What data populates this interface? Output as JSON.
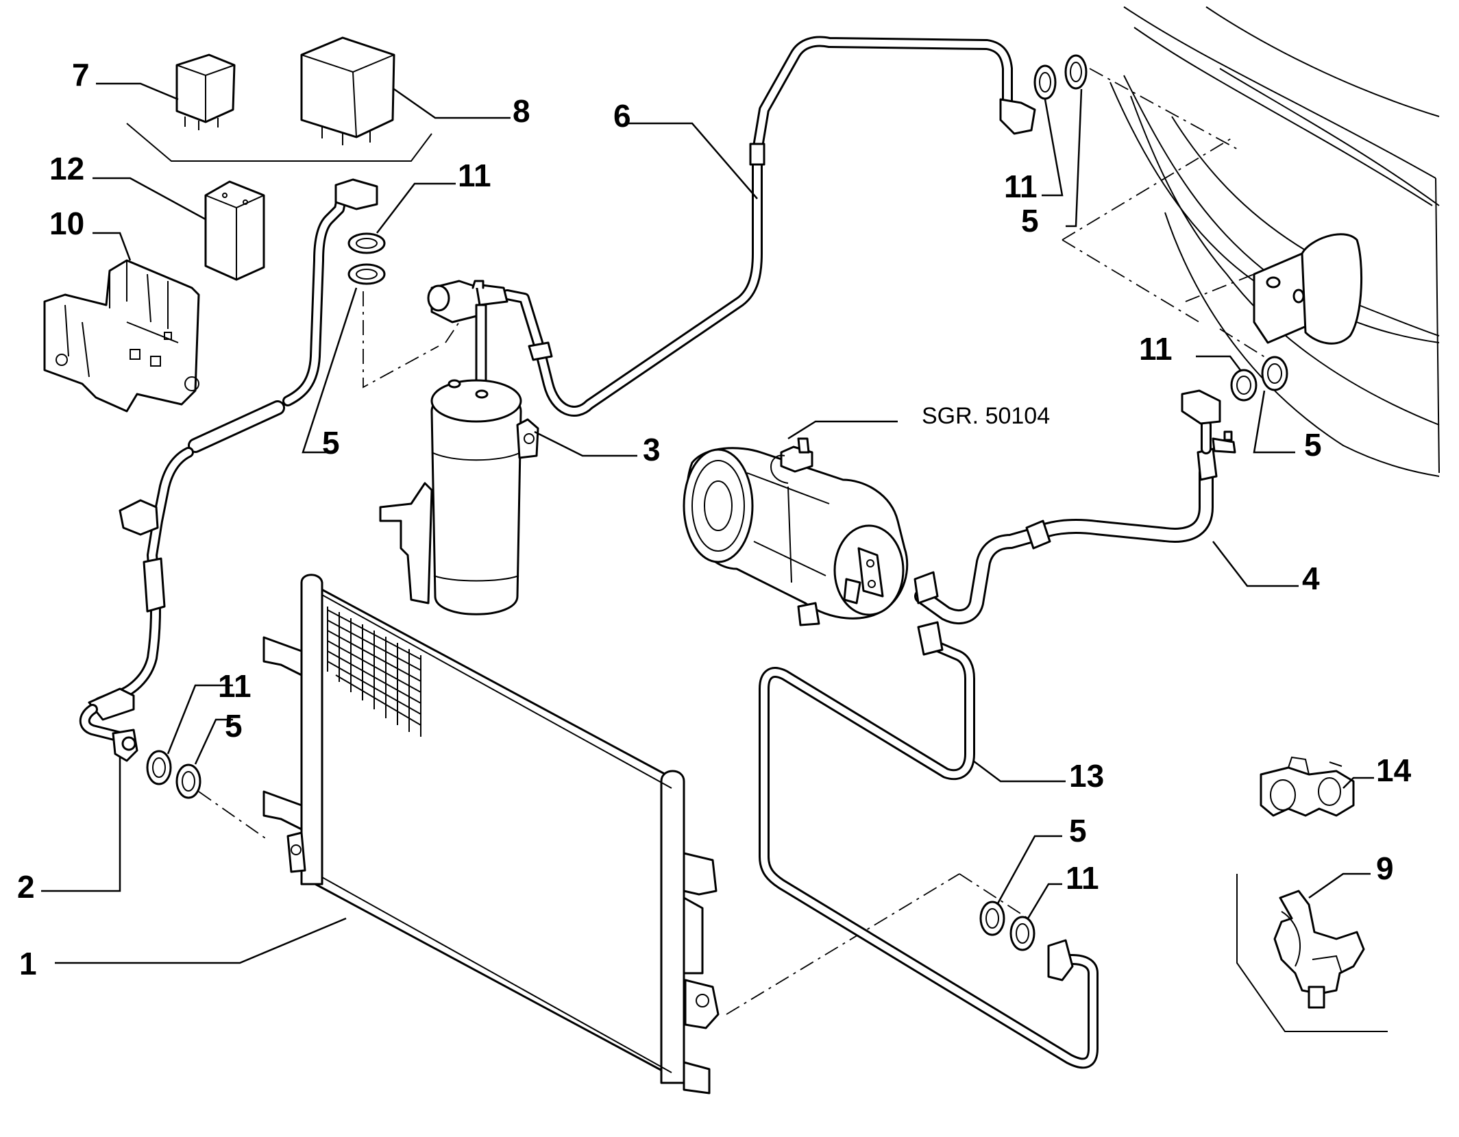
{
  "callouts": {
    "c1": "1",
    "c2": "2",
    "c3": "3",
    "c4": "4",
    "c5a": "5",
    "c5b": "5",
    "c5c": "5",
    "c5d": "5",
    "c5e": "5",
    "c6": "6",
    "c7": "7",
    "c8": "8",
    "c9": "9",
    "c10": "10",
    "c11a": "11",
    "c11b": "11",
    "c11c": "11",
    "c11d": "11",
    "c11e": "11",
    "c12": "12",
    "c13": "13",
    "c14": "14"
  },
  "reference": "SGR. 50104"
}
